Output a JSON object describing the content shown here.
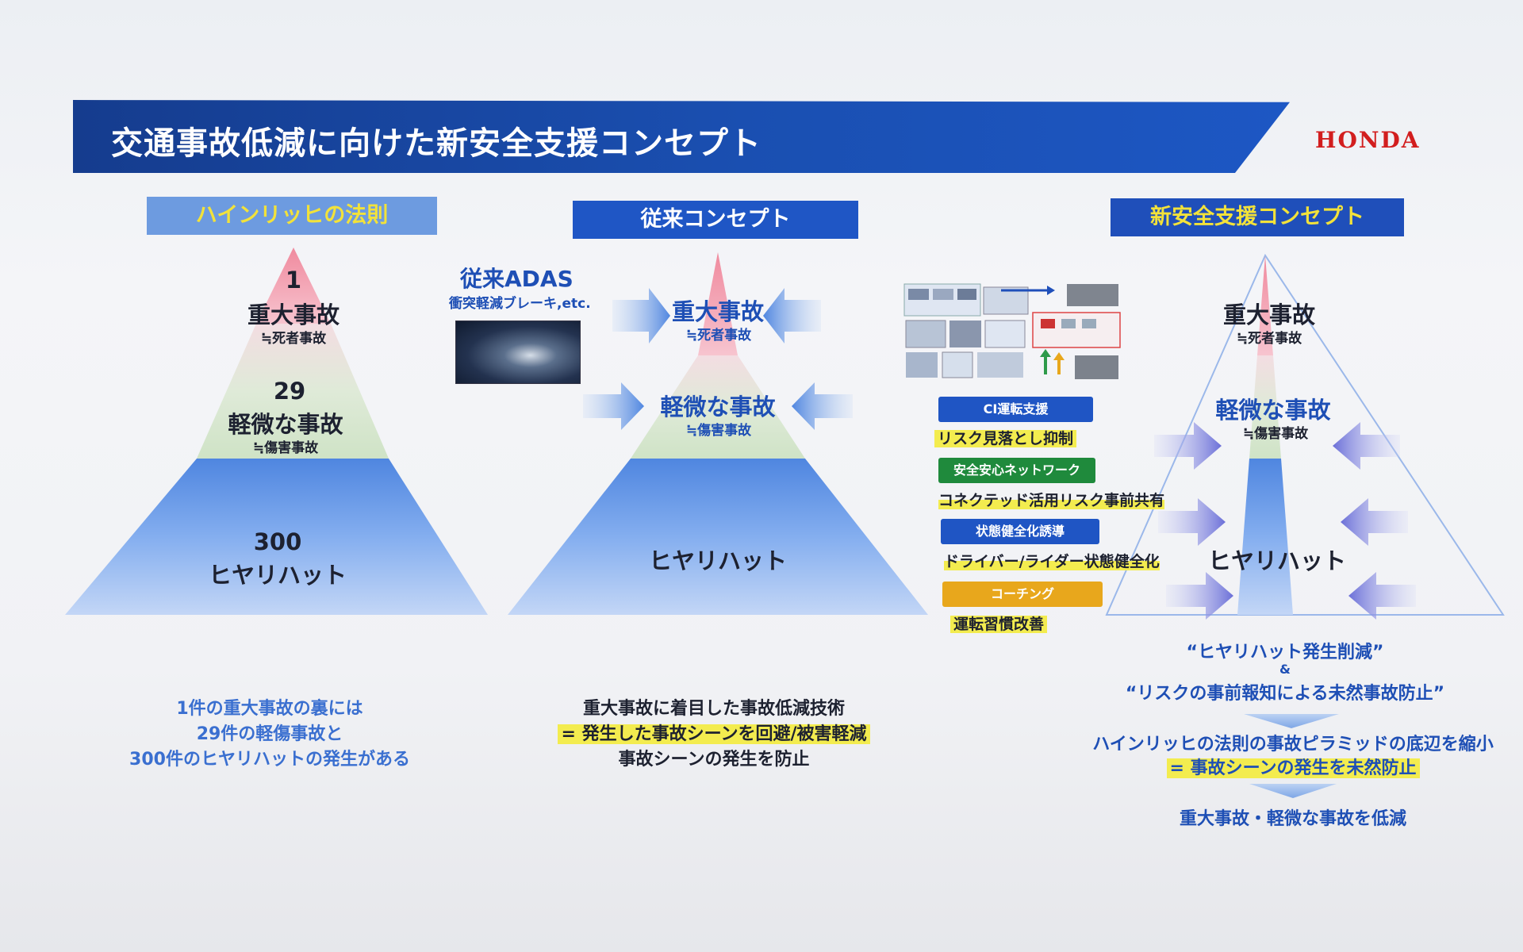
{
  "slide": {
    "title": "交通事故低減に向けた新安全支援コンセプト",
    "logo": "HONDA"
  },
  "heinrich": {
    "header": "ハインリッヒの法則",
    "top_num": "1",
    "top_label": "重大事故",
    "top_sub": "≒死者事故",
    "mid_num": "29",
    "mid_label": "軽微な事故",
    "mid_sub": "≒傷害事故",
    "base_num": "300",
    "base_label": "ヒヤリハット",
    "desc": [
      "1件の重大事故の裏には",
      "29件の軽傷事故と",
      "300件のヒヤリハットの発生がある"
    ]
  },
  "conventional": {
    "header": "従来コンセプト",
    "adas_title": "従来ADAS",
    "adas_sub": "衝突軽減ブレーキ,etc.",
    "top_label": "重大事故",
    "top_sub": "≒死者事故",
    "mid_label": "軽微な事故",
    "mid_sub": "≒傷害事故",
    "base_label": "ヒヤリハット",
    "desc_line1": "重大事故に着目した事故低減技術",
    "desc_line2": "= 発生した事故シーンを回避/被害軽減",
    "desc_line3": "事故シーンの発生を防止"
  },
  "tags": [
    {
      "label": "CI運転支援",
      "note": "リスク見落とし抑制",
      "color": "#1f55c4"
    },
    {
      "label": "安全安心ネットワーク",
      "note": "コネクテッド活用リスク事前共有",
      "color": "#1f8a3c"
    },
    {
      "label": "状態健全化誘導",
      "note": "ドライバー/ライダー状態健全化",
      "color": "#1f55c4"
    },
    {
      "label": "コーチング",
      "note": "運転習慣改善",
      "color": "#e8a71c"
    }
  ],
  "new_concept": {
    "header": "新安全支援コンセプト",
    "top_label": "重大事故",
    "top_sub": "≒死者事故",
    "mid_label": "軽微な事故",
    "mid_sub": "≒傷害事故",
    "base_label": "ヒヤリハット",
    "quote1": "“ヒヤリハット発生削減”",
    "amp": "&",
    "quote2": "“リスクの事前報知による未然事故防止”",
    "result1": "ハインリッヒの法則の事故ピラミッドの底辺を縮小",
    "result2": "= 事故シーンの発生を未然防止",
    "result3": "重大事故・軽微な事故を低減"
  }
}
